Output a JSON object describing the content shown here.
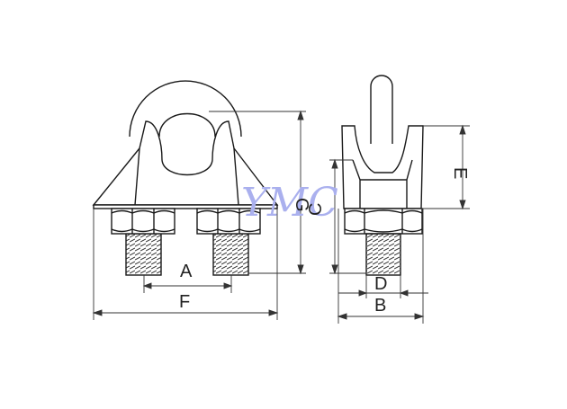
{
  "diagram": {
    "dimensions": {
      "A": "A",
      "B": "B",
      "C": "C",
      "D": "D",
      "E": "E",
      "F": "F",
      "G": "G"
    },
    "watermark": "YMC",
    "colors": {
      "line": "#1a1a1a",
      "thin": "#333333",
      "watermark": "#aab0ee",
      "background": "#ffffff"
    }
  }
}
